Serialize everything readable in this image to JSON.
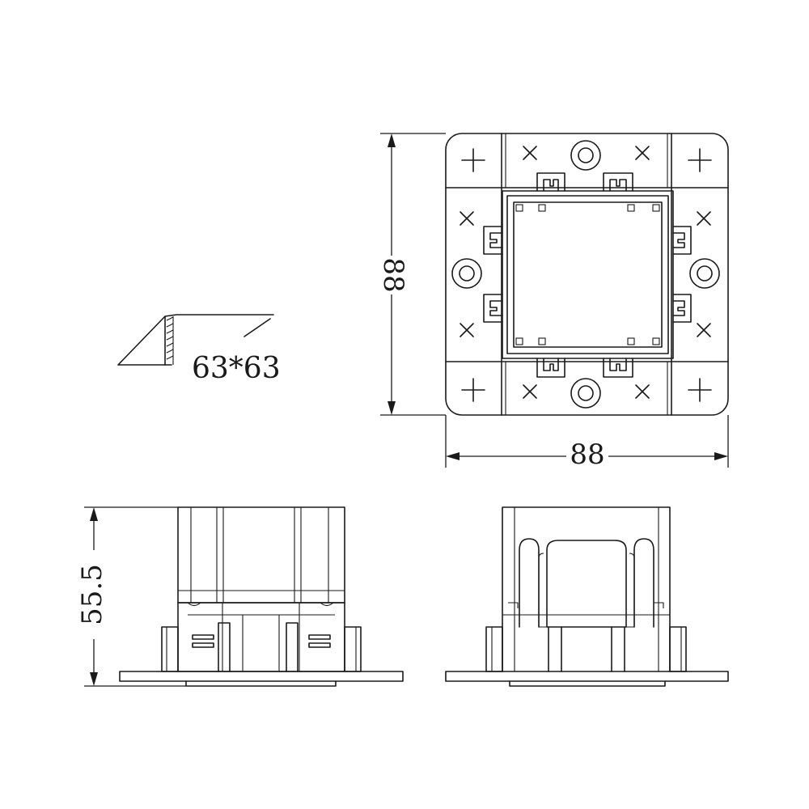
{
  "dimensions": {
    "top_height": "88",
    "top_width": "88",
    "cutout": "63*63",
    "side_height": "55.5"
  },
  "stroke_color": "#1a1a1a",
  "background_color": "#ffffff"
}
